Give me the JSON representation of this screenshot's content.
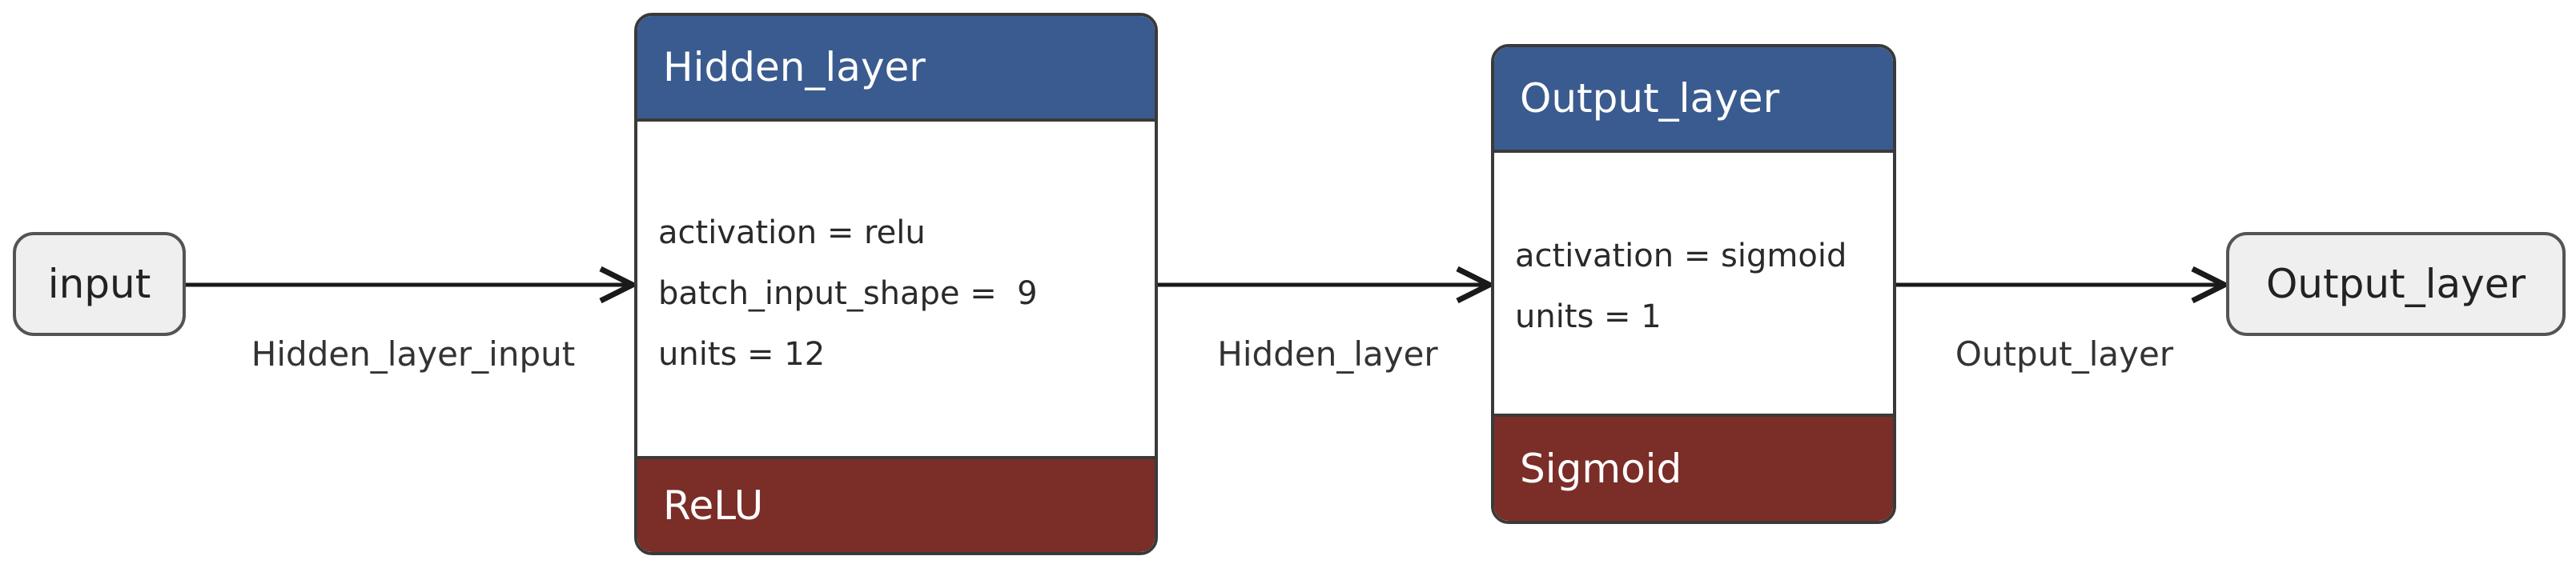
{
  "nodes": {
    "input": {
      "label": "input"
    },
    "hidden_layer": {
      "title": "Hidden_layer",
      "params": [
        "activation = relu",
        "batch_input_shape =  9",
        "units = 12"
      ],
      "activation": "ReLU"
    },
    "output_layer": {
      "title": "Output_layer",
      "params": [
        "activation = sigmoid",
        "units = 1"
      ],
      "activation": "Sigmoid"
    },
    "output": {
      "label": "Output_layer"
    }
  },
  "edges": [
    {
      "label": "Hidden_layer_input"
    },
    {
      "label": "Hidden_layer"
    },
    {
      "label": "Output_layer"
    }
  ],
  "colors": {
    "header": "#3a5b8f",
    "footer": "#7b2d27",
    "terminal_fill": "#efefef",
    "edge": "#1a1a1a"
  }
}
